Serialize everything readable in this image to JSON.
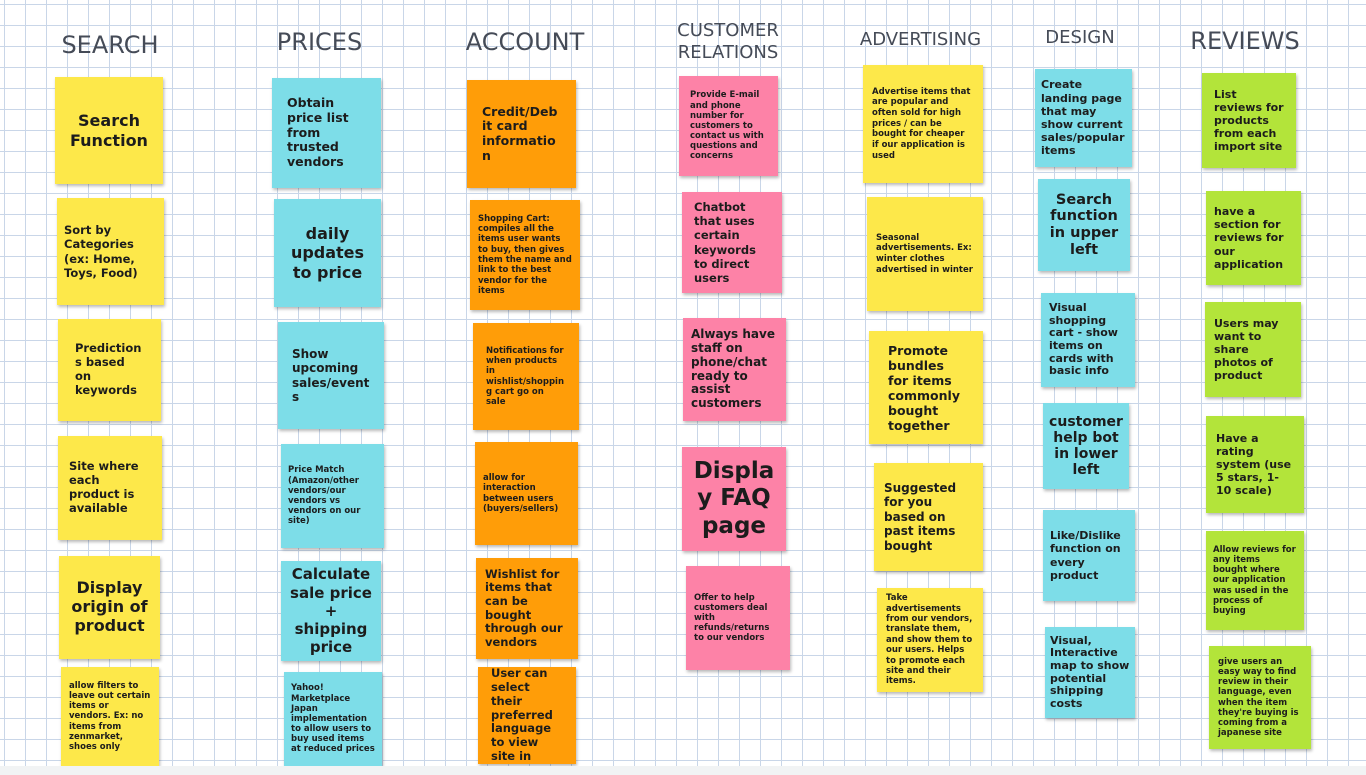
{
  "colors": {
    "yellow": "#fde84a",
    "cyan": "#7ddde8",
    "orange": "#ff9d08",
    "pink": "#fd82a7",
    "green": "#b3e43a",
    "grid": "#c9d6e8"
  },
  "columns": [
    {
      "id": "search",
      "title": "SEARCH",
      "notes": [
        "Search Function",
        "Sort by Categories (ex: Home, Toys, Food)",
        "Predictions based on keywords",
        "Site where each product is available",
        "Display origin of product",
        "allow filters to leave out certain items or vendors. Ex: no items from zenmarket, shoes only"
      ]
    },
    {
      "id": "prices",
      "title": "PRICES",
      "notes": [
        "Obtain price list from trusted vendors",
        "daily updates to price",
        "Show upcoming sales/events",
        "Price Match (Amazon/other vendors/our vendors vs vendors on our site)",
        "Calculate sale price + shipping price",
        "Yahoo! Marketplace Japan implementation to allow users to buy used items at reduced prices"
      ]
    },
    {
      "id": "account",
      "title": "ACCOUNT",
      "notes": [
        "Credit/Debit card information",
        "Shopping Cart: compiles all the items user wants to buy, then gives them the name and link to the best vendor for the items",
        "Notifications for when products in wishlist/shopping cart go on sale",
        "allow for interaction between users (buyers/sellers)",
        "Wishlist for items that can be bought through our vendors",
        "User can select their preferred language to view site in"
      ]
    },
    {
      "id": "customer_relations",
      "title": "CUSTOMER RELATIONS",
      "notes": [
        "Provide E-mail and phone number for customers to contact us with questions and concerns",
        "Chatbot that uses certain keywords to direct users",
        "Always have staff on phone/chat ready to assist customers",
        "Display FAQ page",
        "Offer to help customers deal with refunds/returns to our vendors"
      ]
    },
    {
      "id": "advertising",
      "title": "ADVERTISING",
      "notes": [
        "Advertise items that are popular and often sold for high prices / can be bought for cheaper if our application is used",
        "Seasonal advertisements. Ex: winter clothes advertised in winter",
        "Promote bundles for items commonly bought together",
        "Suggested for you based on past items bought",
        "Take advertisements from our vendors, translate them, and show them to our users. Helps to promote each site and their items."
      ]
    },
    {
      "id": "design",
      "title": "DESIGN",
      "notes": [
        "Create landing page that may show current sales/popular items",
        "Search function in upper left",
        "Visual shopping cart - show items on cards with basic info",
        "customer help bot in lower left",
        "Like/Dislike function on every product",
        "Visual, Interactive map to show potential shipping costs"
      ]
    },
    {
      "id": "reviews",
      "title": "REVIEWS",
      "notes": [
        "List reviews for products from each import site",
        "have a section for reviews for our application",
        "Users may want to share photos of product",
        "Have a rating system (use 5 stars, 1-10 scale)",
        "Allow reviews for any items bought where our application was used in the process of buying",
        "give users an easy way to find review in their language, even when the item they're buying is coming from a japanese site"
      ]
    }
  ]
}
